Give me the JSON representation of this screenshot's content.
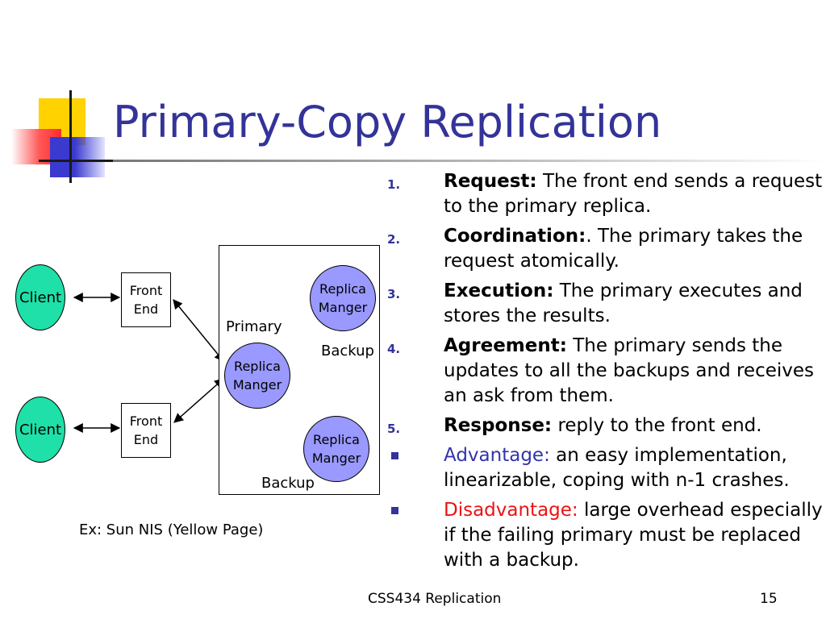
{
  "slide": {
    "title": "Primary-Copy Replication",
    "footer_text": "CSS434 Replication",
    "page_number": "15"
  },
  "diagram": {
    "client_top": "Client",
    "client_bottom": "Client",
    "frontend_top_line1": "Front",
    "frontend_top_line2": "End",
    "frontend_bottom_line1": "Front",
    "frontend_bottom_line2": "End",
    "primary_label": "Primary",
    "primary_rm_line1": "Replica",
    "primary_rm_line2": "Manger",
    "backup_top_line1": "Replica",
    "backup_top_line2": "Manger",
    "backup_top_label": "Backup",
    "backup_bottom_line1": "Replica",
    "backup_bottom_line2": "Manger",
    "backup_bottom_label": "Backup",
    "example": "Ex: Sun NIS (Yellow Page)"
  },
  "steps": [
    {
      "num": "1.",
      "keyword": "Request:",
      "text": " The front end sends a request to the primary replica."
    },
    {
      "num": "2.",
      "keyword": "Coordination:",
      "text": ". The primary takes the request atomically."
    },
    {
      "num": "3.",
      "keyword": "Execution:",
      "text": " The primary executes and stores the results."
    },
    {
      "num": "4.",
      "keyword": "Agreement:",
      "text": " The primary sends the updates to all the backups and receives an ask from them."
    },
    {
      "num": "5.",
      "keyword": "Response:",
      "text": " reply to the front end."
    }
  ],
  "notes": [
    {
      "keyword": "Advantage:",
      "text": " an easy implementation, linearizable, coping with n-1 crashes.",
      "color": "#3333aa"
    },
    {
      "keyword": "Disadvantage:",
      "text": " large overhead especially if the failing primary must be replaced with a backup.",
      "color": "#ee1111"
    }
  ],
  "colors": {
    "title": "#333399",
    "client_fill": "#1ee0a8",
    "replica_fill": "#9999ff",
    "bullet": "#333399"
  }
}
